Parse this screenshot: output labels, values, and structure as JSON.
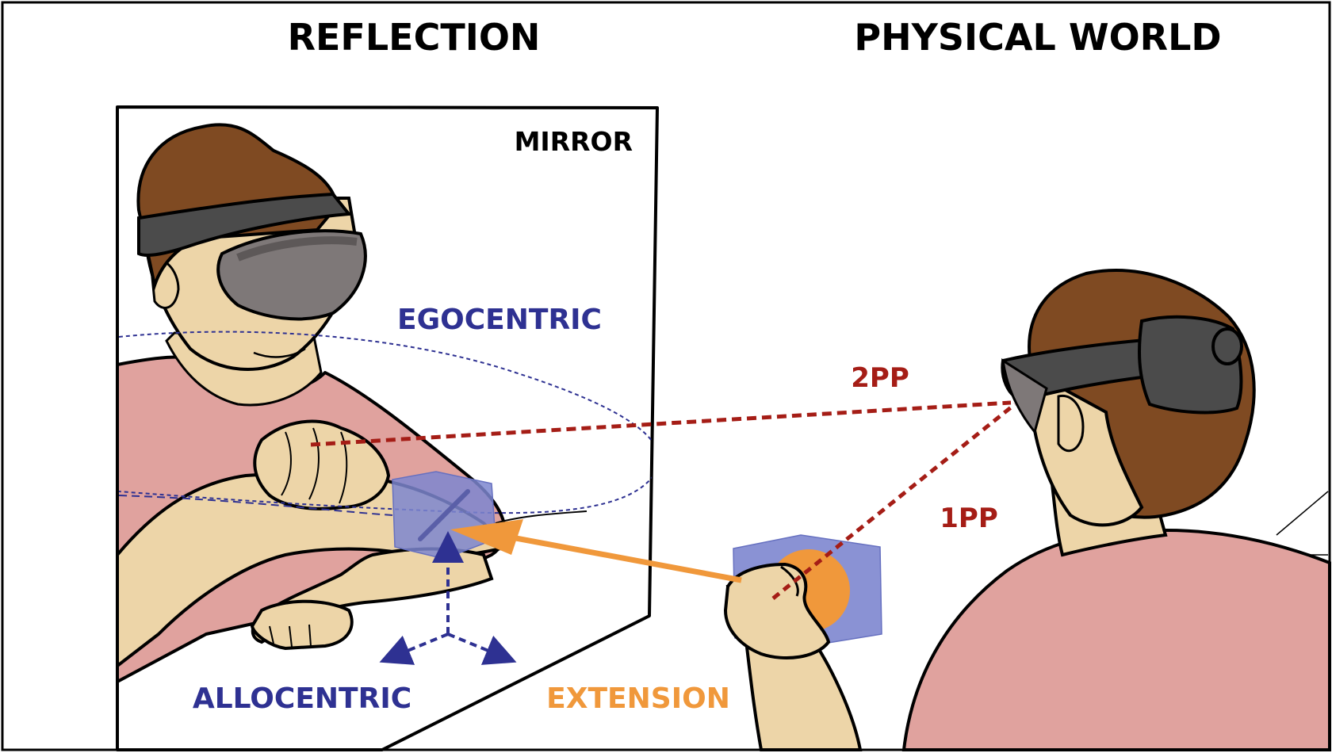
{
  "headings": {
    "reflection": "REFLECTION",
    "physical_world": "PHYSICAL WORLD"
  },
  "labels": {
    "mirror": "MIRROR",
    "egocentric": "EGOCENTRIC",
    "allocentric": "ALLOCENTRIC",
    "extension": "EXTENSION",
    "second_person": "2PP",
    "first_person": "1PP"
  },
  "colors": {
    "outline": "#000000",
    "hair": "#7f4a22",
    "skin": "#edd5a8",
    "shirt": "#e0a29e",
    "headset": "#4b4b4b",
    "visor": "#7e7878",
    "cube": "#7d86cf",
    "blue_label": "#2e3192",
    "red_dotted": "#a51d16",
    "orange": "#f0983b"
  }
}
